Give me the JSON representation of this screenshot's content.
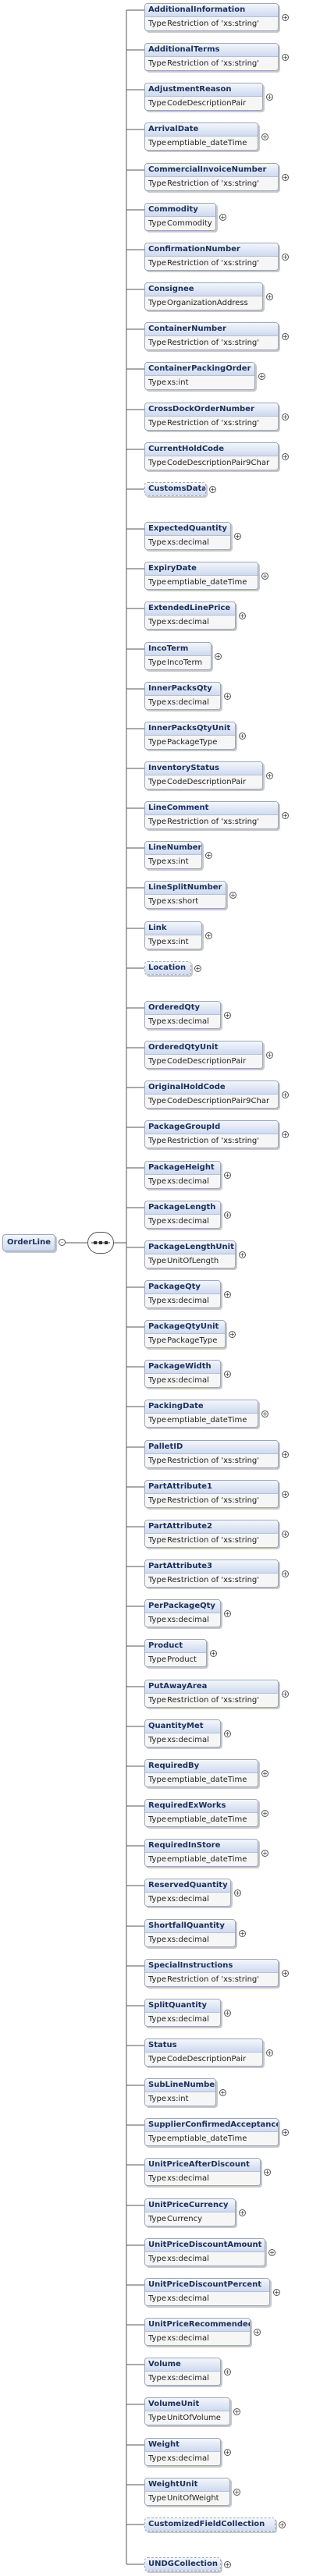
{
  "root": {
    "name": "OrderLine"
  },
  "type_key": "Type",
  "elements": [
    {
      "name": "AdditionalInformation",
      "type": "Restriction of 'xs:string'"
    },
    {
      "name": "AdditionalTerms",
      "type": "Restriction of 'xs:string'"
    },
    {
      "name": "AdjustmentReason",
      "type": "CodeDescriptionPair"
    },
    {
      "name": "ArrivalDate",
      "type": "emptiable_dateTime"
    },
    {
      "name": "CommercialInvoiceNumber",
      "type": "Restriction of 'xs:string'"
    },
    {
      "name": "Commodity",
      "type": "Commodity"
    },
    {
      "name": "ConfirmationNumber",
      "type": "Restriction of 'xs:string'"
    },
    {
      "name": "Consignee",
      "type": "OrganizationAddress"
    },
    {
      "name": "ContainerNumber",
      "type": "Restriction of 'xs:string'"
    },
    {
      "name": "ContainerPackingOrder",
      "type": "xs:int"
    },
    {
      "name": "CrossDockOrderNumber",
      "type": "Restriction of 'xs:string'"
    },
    {
      "name": "CurrentHoldCode",
      "type": "CodeDescriptionPair9Char"
    },
    {
      "name": "CustomsData",
      "type": null
    },
    {
      "name": "ExpectedQuantity",
      "type": "xs:decimal"
    },
    {
      "name": "ExpiryDate",
      "type": "emptiable_dateTime"
    },
    {
      "name": "ExtendedLinePrice",
      "type": "xs:decimal"
    },
    {
      "name": "IncoTerm",
      "type": "IncoTerm"
    },
    {
      "name": "InnerPacksQty",
      "type": "xs:decimal"
    },
    {
      "name": "InnerPacksQtyUnit",
      "type": "PackageType"
    },
    {
      "name": "InventoryStatus",
      "type": "CodeDescriptionPair"
    },
    {
      "name": "LineComment",
      "type": "Restriction of 'xs:string'"
    },
    {
      "name": "LineNumber",
      "type": "xs:int"
    },
    {
      "name": "LineSplitNumber",
      "type": "xs:short"
    },
    {
      "name": "Link",
      "type": "xs:int"
    },
    {
      "name": "Location",
      "type": null
    },
    {
      "name": "OrderedQty",
      "type": "xs:decimal"
    },
    {
      "name": "OrderedQtyUnit",
      "type": "CodeDescriptionPair"
    },
    {
      "name": "OriginalHoldCode",
      "type": "CodeDescriptionPair9Char"
    },
    {
      "name": "PackageGroupId",
      "type": "Restriction of 'xs:string'"
    },
    {
      "name": "PackageHeight",
      "type": "xs:decimal"
    },
    {
      "name": "PackageLength",
      "type": "xs:decimal"
    },
    {
      "name": "PackageLengthUnit",
      "type": "UnitOfLength"
    },
    {
      "name": "PackageQty",
      "type": "xs:decimal"
    },
    {
      "name": "PackageQtyUnit",
      "type": "PackageType"
    },
    {
      "name": "PackageWidth",
      "type": "xs:decimal"
    },
    {
      "name": "PackingDate",
      "type": "emptiable_dateTime"
    },
    {
      "name": "PalletID",
      "type": "Restriction of 'xs:string'"
    },
    {
      "name": "PartAttribute1",
      "type": "Restriction of 'xs:string'"
    },
    {
      "name": "PartAttribute2",
      "type": "Restriction of 'xs:string'"
    },
    {
      "name": "PartAttribute3",
      "type": "Restriction of 'xs:string'"
    },
    {
      "name": "PerPackageQty",
      "type": "xs:decimal"
    },
    {
      "name": "Product",
      "type": "Product"
    },
    {
      "name": "PutAwayArea",
      "type": "Restriction of 'xs:string'"
    },
    {
      "name": "QuantityMet",
      "type": "xs:decimal"
    },
    {
      "name": "RequiredBy",
      "type": "emptiable_dateTime"
    },
    {
      "name": "RequiredExWorks",
      "type": "emptiable_dateTime"
    },
    {
      "name": "RequiredInStore",
      "type": "emptiable_dateTime"
    },
    {
      "name": "ReservedQuantity",
      "type": "xs:decimal"
    },
    {
      "name": "ShortfallQuantity",
      "type": "xs:decimal"
    },
    {
      "name": "SpecialInstructions",
      "type": "Restriction of 'xs:string'"
    },
    {
      "name": "SplitQuantity",
      "type": "xs:decimal"
    },
    {
      "name": "Status",
      "type": "CodeDescriptionPair"
    },
    {
      "name": "SubLineNumber",
      "type": "xs:int"
    },
    {
      "name": "SupplierConfirmedAcceptance",
      "type": "emptiable_dateTime"
    },
    {
      "name": "UnitPriceAfterDiscount",
      "type": "xs:decimal"
    },
    {
      "name": "UnitPriceCurrency",
      "type": "Currency"
    },
    {
      "name": "UnitPriceDiscountAmount",
      "type": "xs:decimal"
    },
    {
      "name": "UnitPriceDiscountPercent",
      "type": "xs:decimal"
    },
    {
      "name": "UnitPriceRecommended",
      "type": "xs:decimal"
    },
    {
      "name": "Volume",
      "type": "xs:decimal"
    },
    {
      "name": "VolumeUnit",
      "type": "UnitOfVolume"
    },
    {
      "name": "Weight",
      "type": "xs:decimal"
    },
    {
      "name": "WeightUnit",
      "type": "UnitOfWeight"
    },
    {
      "name": "CustomizedFieldCollection",
      "type": null
    },
    {
      "name": "UNDGCollection",
      "type": null
    }
  ]
}
